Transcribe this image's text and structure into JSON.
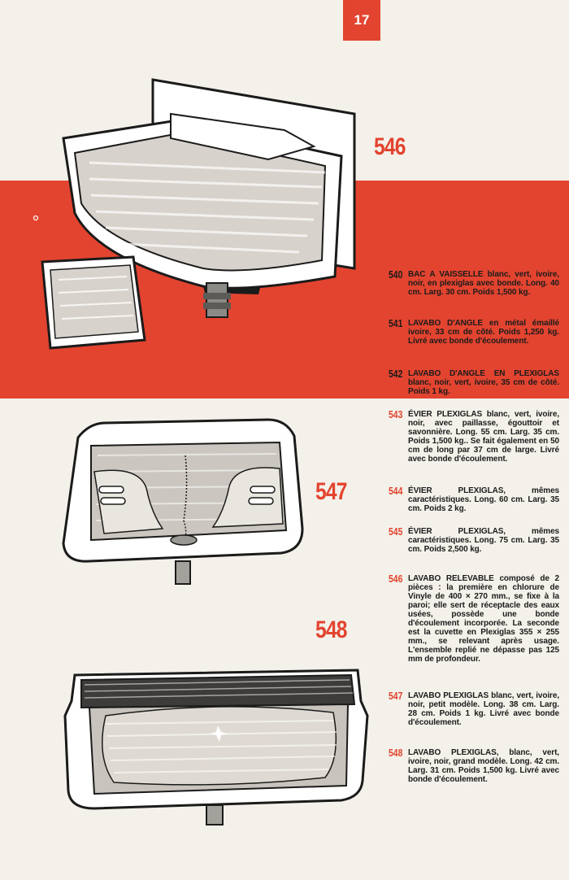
{
  "page_number": "17",
  "labels": {
    "l546": "546",
    "l547": "547",
    "l548": "548"
  },
  "entries": [
    {
      "num": "540",
      "title": "BAC A VAISSELLE",
      "text": " blanc, vert, ivoire, noir, en plexiglas avec bonde. Long. 40 cm. Larg. 30 cm. Poids 1,500 kg."
    },
    {
      "num": "541",
      "title": "LAVABO D'ANGLE",
      "text": " en métal émaillé ivoire, 33 cm de côté. Poids 1,250 kg. Livré avec bonde d'écoulement."
    },
    {
      "num": "542",
      "title": "LAVABO D'ANGLE EN PLEXIGLAS",
      "text": " blanc, noir, vert, ivoire, 35 cm de côté. Poids 1 kg."
    },
    {
      "num": "543",
      "title": "ÉVIER PLEXIGLAS",
      "text": " blanc, vert, ivoire, noir, avec paillasse, égouttoir et savonnière. Long. 55 cm. Larg. 35 cm. Poids 1,500 kg.. Se fait également en 50 cm de long par 37 cm de large. Livré avec bonde d'écoulement."
    },
    {
      "num": "544",
      "title": "ÉVIER PLEXIGLAS,",
      "text": " mêmes caractéristiques. Long. 60 cm. Larg. 35 cm. Poids 2 kg."
    },
    {
      "num": "545",
      "title": "ÉVIER PLEXIGLAS,",
      "text": " mêmes caractéristiques. Long. 75 cm. Larg. 35 cm. Poids 2,500 kg."
    },
    {
      "num": "546",
      "title": "LAVABO RELEVABLE",
      "text": " composé de 2 pièces : la première en chlorure de Vinyle de 400 × 270 mm., se fixe à la paroi; elle sert de réceptacle des eaux usées, possède une bonde d'écoulement incorporée. La seconde est la cuvette en Plexiglas 355 × 255 mm., se relevant après usage. L'ensemble replié ne dépasse pas 125 mm de profondeur."
    },
    {
      "num": "547",
      "title": "LAVABO PLEXIGLAS",
      "text": " blanc, vert, ivoire, noir, petit modèle. Long. 38 cm. Larg. 28 cm. Poids 1 kg. Livré avec bonde d'écoulement."
    },
    {
      "num": "548",
      "title": "LAVABO PLEXIGLAS,",
      "text": " blanc, vert, ivoire, noir, grand modèle. Long. 42 cm. Larg. 31 cm. Poids 1,500 kg. Livré avec bonde d'écoulement."
    }
  ],
  "colors": {
    "accent_red": "#e2442f",
    "paper": "#f4f1ea",
    "ink": "#1b1b1b"
  }
}
